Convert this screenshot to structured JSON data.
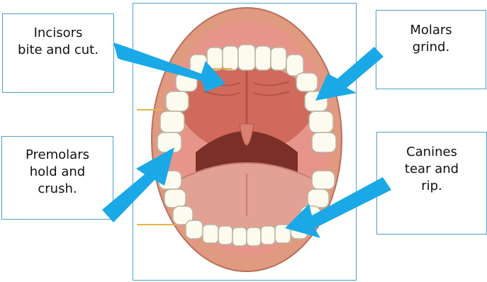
{
  "labels": {
    "incisors": "Incisors\nbite and cut.",
    "molars": "Molars\ngrind.",
    "premolars": "Premolars\nhold and\ncrush.",
    "canines": "Canines\ntear and\nrip."
  },
  "colors": {
    "box_border": "#4ea0c8",
    "arrow": "#1aa9e6",
    "lip": "#e09a80",
    "gum": "#e7958a",
    "throat": "#7a3028",
    "tongue": "#e3a194",
    "tooth": "#fdfaf0"
  }
}
